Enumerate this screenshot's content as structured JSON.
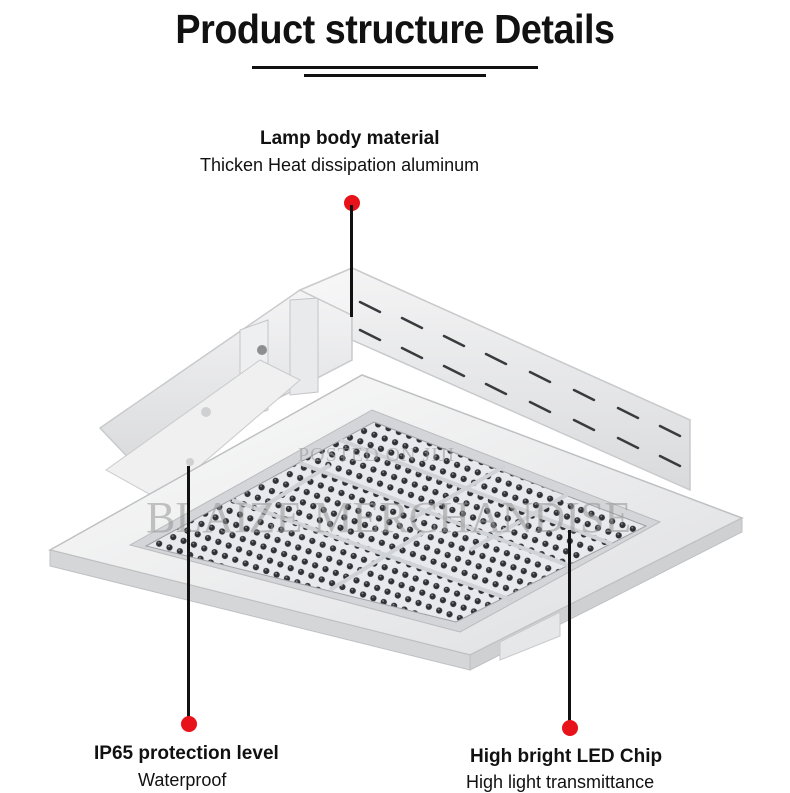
{
  "header": {
    "title": "Product structure Details"
  },
  "callouts": {
    "lamp_body": {
      "heading": "Lamp body material",
      "detail": "Thicken Heat dissipation aluminum"
    },
    "protection": {
      "heading": "IP65 protection level",
      "detail": "Waterproof"
    },
    "chip": {
      "heading": "High bright LED Chip",
      "detail": "High light transmittance"
    }
  },
  "watermark": {
    "posted": "POSTED ON JIJI",
    "seller": "BLAIZE MERCHANDISE"
  },
  "colors": {
    "accent_dot": "#e8121a",
    "ink": "#111111",
    "housing": "#f1f2f3",
    "lens": "#e4e6e9"
  },
  "icons": {
    "product": "led-canopy-light-image"
  }
}
